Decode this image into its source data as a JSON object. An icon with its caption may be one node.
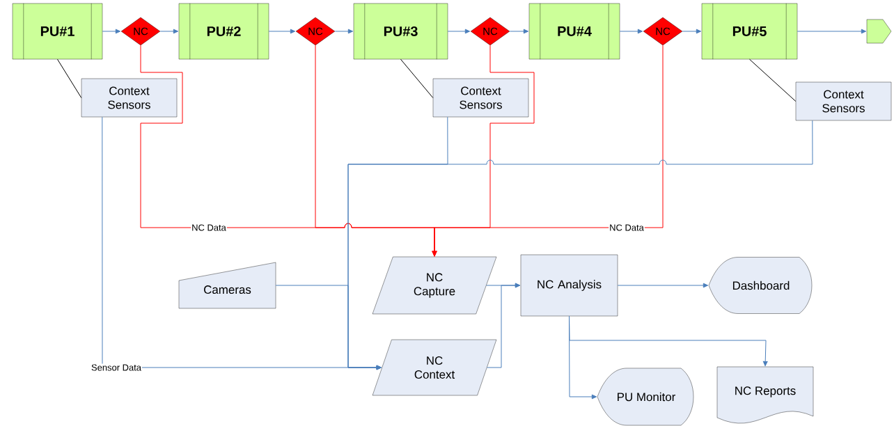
{
  "diagram": {
    "nodes": [
      {
        "text": [
          "PU#1"
        ]
      },
      {
        "text": [
          "NC"
        ]
      },
      {
        "text": [
          "PU#2"
        ]
      },
      {
        "text": [
          "NC"
        ]
      },
      {
        "text": [
          "PU#3"
        ]
      },
      {
        "text": [
          "NC"
        ]
      },
      {
        "text": [
          "PU#4"
        ]
      },
      {
        "text": [
          "NC"
        ]
      },
      {
        "text": [
          "PU#5"
        ]
      },
      {
        "text": [],
        "shape": "pentagon"
      },
      {
        "text": [
          "Context Sensors"
        ]
      },
      {
        "text": [
          "Context Sensors"
        ]
      },
      {
        "text": [
          "Context Sensors"
        ]
      },
      {
        "text": [
          "Cameras"
        ]
      },
      {
        "text": [
          "NC Capture"
        ]
      },
      {
        "text": [
          "NC Context"
        ]
      },
      {
        "text": [
          "NC Analysis"
        ]
      },
      {
        "text": [
          "Dashboard"
        ]
      },
      {
        "text": [
          "PU Monitor"
        ]
      },
      {
        "text": [
          "NC Reports"
        ]
      }
    ],
    "edges": [
      {
        "from": 0,
        "to": 1,
        "arrow": "to"
      },
      {
        "from": 1,
        "to": 2,
        "arrow": "to"
      },
      {
        "from": 2,
        "to": 3,
        "arrow": "to"
      },
      {
        "from": 3,
        "to": 4,
        "arrow": "to"
      },
      {
        "from": 4,
        "to": 5,
        "arrow": "to"
      },
      {
        "from": 5,
        "to": 6,
        "arrow": "to"
      },
      {
        "from": 6,
        "to": 7,
        "arrow": "to"
      },
      {
        "from": 7,
        "to": 8,
        "arrow": "to"
      },
      {
        "from": 8,
        "to": 9,
        "arrow": "to"
      },
      {
        "from": 0,
        "to": 10,
        "arrow": "none",
        "color": "#000000"
      },
      {
        "from": 4,
        "to": 11,
        "arrow": "none",
        "color": "#000000"
      },
      {
        "from": 8,
        "to": 12,
        "arrow": "none",
        "color": "#000000"
      },
      {
        "from": 1,
        "to": 14,
        "arrow": "to",
        "color": "#ff0000",
        "label": "NC Data"
      },
      {
        "from": 3,
        "to": 14,
        "arrow": "to",
        "color": "#ff0000"
      },
      {
        "from": 5,
        "to": 14,
        "arrow": "to",
        "color": "#ff0000"
      },
      {
        "from": 7,
        "to": 14,
        "arrow": "to",
        "color": "#ff0000",
        "label": "NC Data"
      },
      {
        "from": 10,
        "to": 15,
        "arrow": "to",
        "label": "Sensor Data"
      },
      {
        "from": 11,
        "to": 15,
        "arrow": "to"
      },
      {
        "from": 12,
        "to": 15,
        "arrow": "to"
      },
      {
        "from": 13,
        "to": 15,
        "arrow": "to"
      },
      {
        "from": 14,
        "to": 16,
        "arrow": "to"
      },
      {
        "from": 15,
        "to": 16,
        "arrow": "to"
      },
      {
        "from": 16,
        "to": 17,
        "arrow": "to"
      },
      {
        "from": 16,
        "to": 18,
        "arrow": "to"
      },
      {
        "from": 16,
        "to": 19,
        "arrow": "to"
      }
    ]
  }
}
